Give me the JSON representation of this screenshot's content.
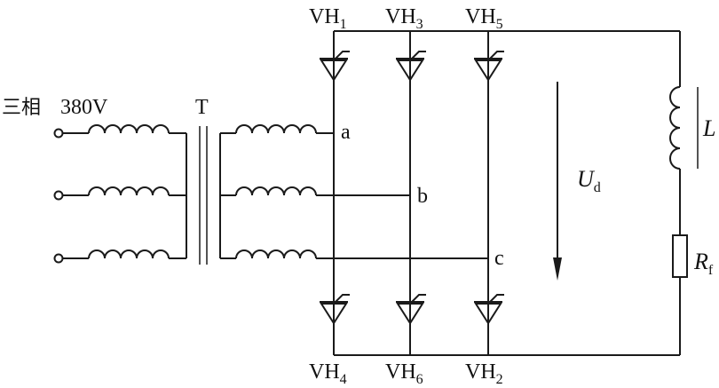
{
  "source": {
    "phase_text": "三相",
    "voltage_text": "380V"
  },
  "transformer": {
    "label": "T"
  },
  "phase_nodes": [
    "a",
    "b",
    "c"
  ],
  "thyristors": {
    "top": [
      {
        "base": "VH",
        "sub": "1"
      },
      {
        "base": "VH",
        "sub": "3"
      },
      {
        "base": "VH",
        "sub": "5"
      }
    ],
    "bottom": [
      {
        "base": "VH",
        "sub": "4"
      },
      {
        "base": "VH",
        "sub": "6"
      },
      {
        "base": "VH",
        "sub": "2"
      }
    ]
  },
  "output": {
    "voltage": {
      "base": "U",
      "sub": "d"
    },
    "inductor": {
      "label": "L"
    },
    "resistor": {
      "base": "R",
      "sub": "f"
    }
  }
}
